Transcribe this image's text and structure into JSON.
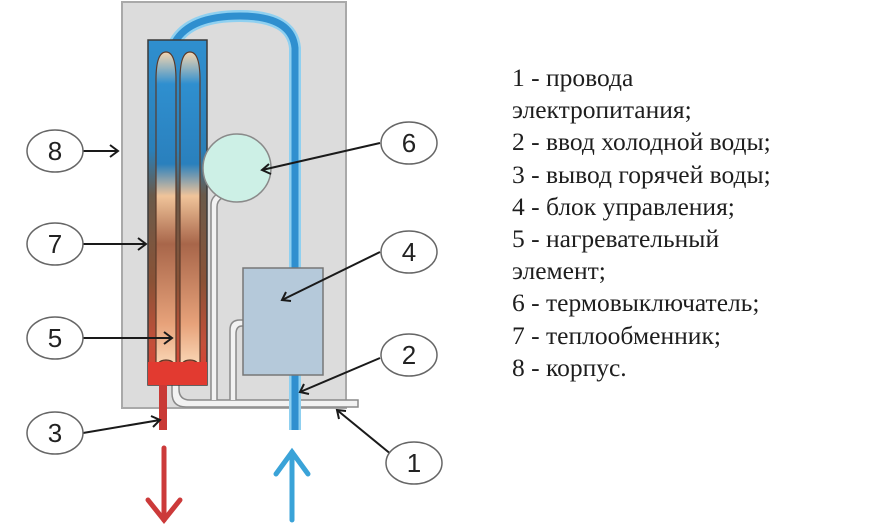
{
  "title": "Схема проточного электрического водонагревателя",
  "colors": {
    "body_fill": "#dcdcdc",
    "body_stroke": "#a9a9a9",
    "cold_water": "#2f8fcf",
    "cold_water_light": "#8fd0f0",
    "hot_water": "#d93a36",
    "hot_arrow": "#cc3a3a",
    "cold_arrow": "#3aa3d8",
    "thermo_switch": "#cdf0e6",
    "control_unit": "#b5c9da",
    "callout_stroke": "#666666",
    "leader": "#1a1a1a"
  },
  "callouts": [
    {
      "id": "8",
      "label": "8",
      "target": "корпус"
    },
    {
      "id": "7",
      "label": "7",
      "target": "теплообменник"
    },
    {
      "id": "5",
      "label": "5",
      "target": "нагревательный элемент"
    },
    {
      "id": "3",
      "label": "3",
      "target": "вывод горячей воды"
    },
    {
      "id": "6",
      "label": "6",
      "target": "термовыключатель"
    },
    {
      "id": "4",
      "label": "4",
      "target": "блок управления"
    },
    {
      "id": "2",
      "label": "2",
      "target": "ввод холодной воды"
    },
    {
      "id": "1",
      "label": "1",
      "target": "провода электропитания"
    }
  ],
  "legend": [
    "1 - провода",
    "электропитания;",
    "2 - ввод холодной воды;",
    "3 - вывод горячей воды;",
    "4 - блок управления;",
    "5 - нагревательный",
    "элемент;",
    "6 - термовыключатель;",
    "7 - теплообменник;",
    "8 - корпус."
  ]
}
